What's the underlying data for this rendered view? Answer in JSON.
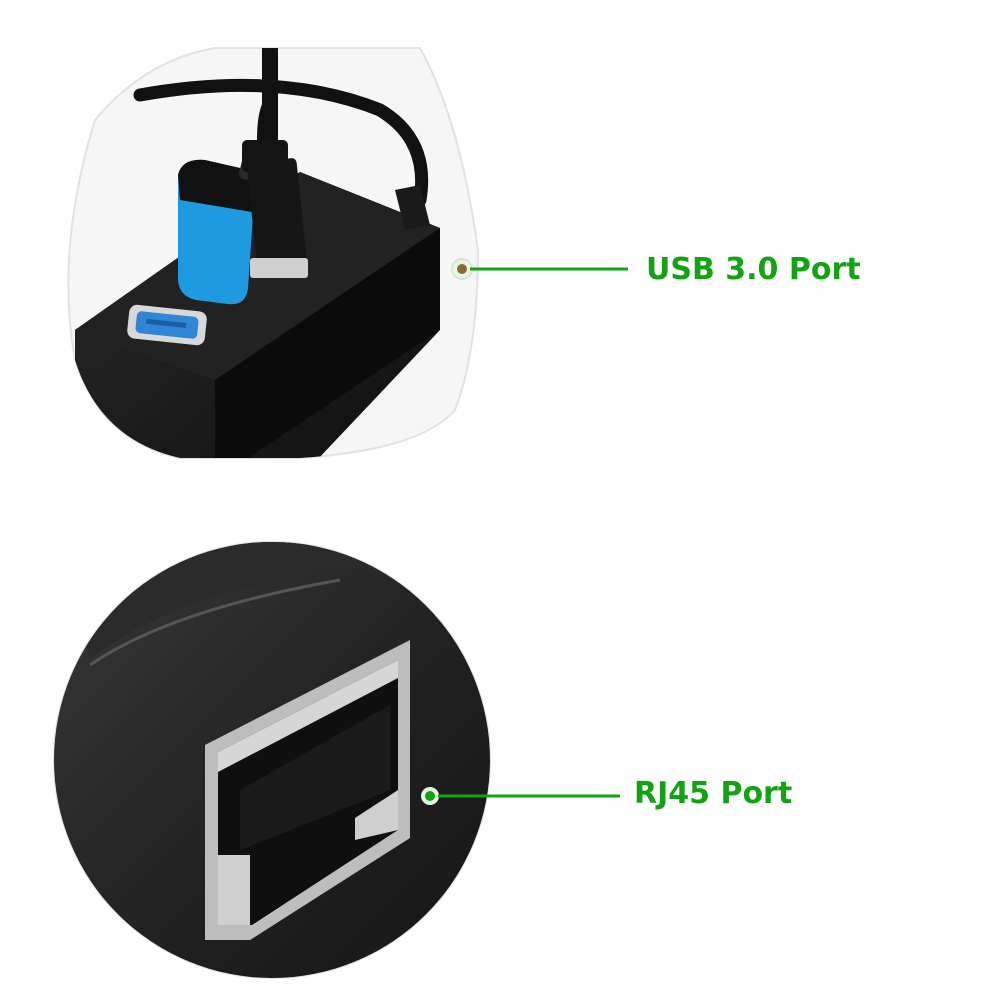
{
  "callouts": [
    {
      "id": "usb",
      "label": "USB 3.0 Port"
    },
    {
      "id": "rj45",
      "label": "RJ45 Port"
    }
  ],
  "colors": {
    "accent": "#12a312",
    "hub_body": "#1a1a1a",
    "usb_blue": "#2f86d6",
    "drive_blue": "#1e9be0",
    "metal": "#c9c9c9",
    "background": "#ffffff"
  },
  "icons": {
    "usb_port": "usb-port-icon",
    "rj45_port": "ethernet-port-icon",
    "flash_drive": "usb-flash-drive-icon"
  }
}
